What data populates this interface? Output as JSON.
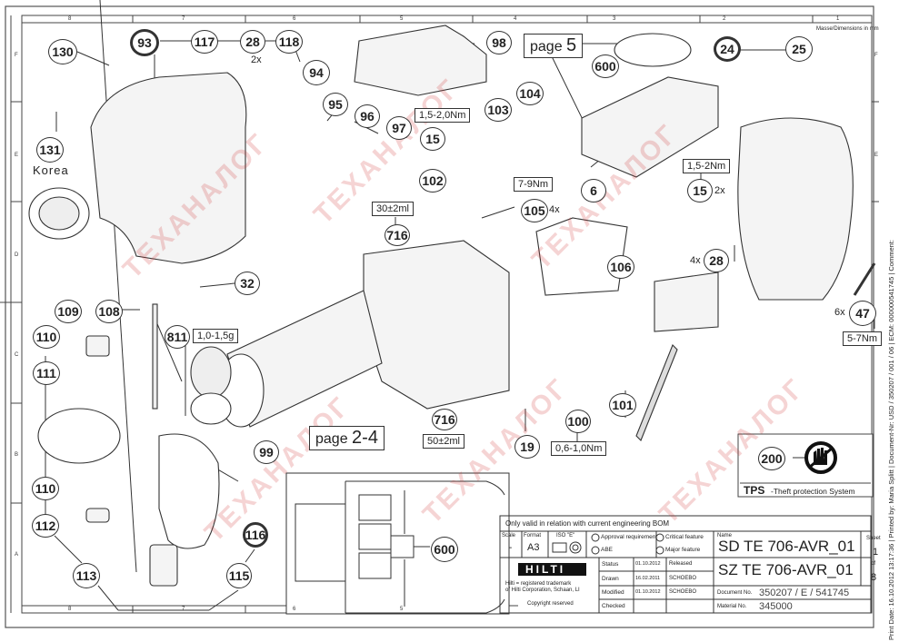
{
  "drawing": {
    "dimensions_note": "Masse/Dimensions in mm",
    "grid": {
      "columns": [
        "8",
        "7",
        "6",
        "5",
        "4",
        "3",
        "2",
        "1"
      ],
      "rows": [
        "F",
        "E",
        "D",
        "C",
        "B",
        "A"
      ]
    },
    "callouts": [
      {
        "id": "c130",
        "label": "130"
      },
      {
        "id": "c93",
        "label": "93"
      },
      {
        "id": "c117",
        "label": "117"
      },
      {
        "id": "c28a",
        "label": "28"
      },
      {
        "id": "c118",
        "label": "118"
      },
      {
        "id": "c94",
        "label": "94"
      },
      {
        "id": "c131",
        "label": "131"
      },
      {
        "id": "c95",
        "label": "95"
      },
      {
        "id": "c96",
        "label": "96"
      },
      {
        "id": "c97",
        "label": "97"
      },
      {
        "id": "c15a",
        "label": "15"
      },
      {
        "id": "c98",
        "label": "98"
      },
      {
        "id": "c104",
        "label": "104"
      },
      {
        "id": "c103",
        "label": "103"
      },
      {
        "id": "c102",
        "label": "102"
      },
      {
        "id": "c600a",
        "label": "600"
      },
      {
        "id": "c6",
        "label": "6"
      },
      {
        "id": "c24",
        "label": "24"
      },
      {
        "id": "c25",
        "label": "25"
      },
      {
        "id": "c15b",
        "label": "15"
      },
      {
        "id": "c105",
        "label": "105"
      },
      {
        "id": "c716a",
        "label": "716"
      },
      {
        "id": "c106",
        "label": "106"
      },
      {
        "id": "c28b",
        "label": "28"
      },
      {
        "id": "c47",
        "label": "47"
      },
      {
        "id": "c32",
        "label": "32"
      },
      {
        "id": "c109",
        "label": "109"
      },
      {
        "id": "c108",
        "label": "108"
      },
      {
        "id": "c110a",
        "label": "110"
      },
      {
        "id": "c811",
        "label": "811"
      },
      {
        "id": "c111",
        "label": "111"
      },
      {
        "id": "c716b",
        "label": "716"
      },
      {
        "id": "c101",
        "label": "101"
      },
      {
        "id": "c100",
        "label": "100"
      },
      {
        "id": "c19",
        "label": "19"
      },
      {
        "id": "c99",
        "label": "99"
      },
      {
        "id": "c110b",
        "label": "110"
      },
      {
        "id": "c112",
        "label": "112"
      },
      {
        "id": "c116",
        "label": "116"
      },
      {
        "id": "c113",
        "label": "113"
      },
      {
        "id": "c115",
        "label": "115"
      },
      {
        "id": "c600b",
        "label": "600"
      },
      {
        "id": "c200",
        "label": "200"
      }
    ],
    "labels": {
      "korea": "Korea",
      "qty_2x_a": "2x",
      "qty_2x_b": "2x",
      "qty_4x_a": "4x",
      "qty_4x_b": "4x",
      "qty_6x": "6x",
      "torque_15a": "1,5-2,0Nm",
      "torque_105": "7-9Nm",
      "torque_15b": "1,5-2Nm",
      "torque_47": "5-7Nm",
      "torque_100": "0,6-1,0Nm",
      "grease_716a": "30±2ml",
      "grease_716b": "50±2ml",
      "grease_811": "1,0-1,5g",
      "page5_prefix": "page",
      "page5_num": "5",
      "page24_prefix": "page",
      "page24_num": "2-4"
    },
    "tps": {
      "callout": "200",
      "title": "TPS",
      "subtitle": "-Theft protection System"
    }
  },
  "title_block": {
    "note": "Only valid in relation with current engineering BOM",
    "scale_label": "Scale",
    "scale_value": "-",
    "format_label": "Format",
    "format_value": "A3",
    "iso_label": "ISO \"E\"",
    "approval_requirement": "Approval requirement",
    "abe": "ABE",
    "critical_feature": "Critical feature",
    "major_feature": "Major feature",
    "brand": "HILTI",
    "trademark_line1": "Hilti = registered trademark",
    "trademark_line2": "of Hilti Corporation, Schaan, LI",
    "copyright": "Copyright reserved",
    "rows": [
      {
        "label": "Status",
        "date": "01.10.2012",
        "value": "Released"
      },
      {
        "label": "Drawn",
        "date": "16.02.2011",
        "value": "SCHOEBO"
      },
      {
        "label": "Modified",
        "date": "01.10.2012",
        "value": "SCHOEBO"
      },
      {
        "label": "Checked",
        "date": "",
        "value": ""
      }
    ],
    "name_label": "Name",
    "name_line1": "SD TE 706-AVR_01",
    "name_line2": "SZ TE 706-AVR_01",
    "sheet_label": "Sheet",
    "sheet_number": "1",
    "sheet_of": "of",
    "sheet_total": "8",
    "document_label": "Document No.",
    "document_value": "350207 / E / 541745",
    "material_label": "Material No.",
    "material_value": "345000"
  },
  "print_stamp": "Print Date: 16.10.2012 13:17:36 | Printed by: Maria Splitt | Document-Nr: USD / 350207 / 001 / 06 | ECM: 000000541745 | Comment:",
  "watermark": "ТЕХАНАЛОГ"
}
